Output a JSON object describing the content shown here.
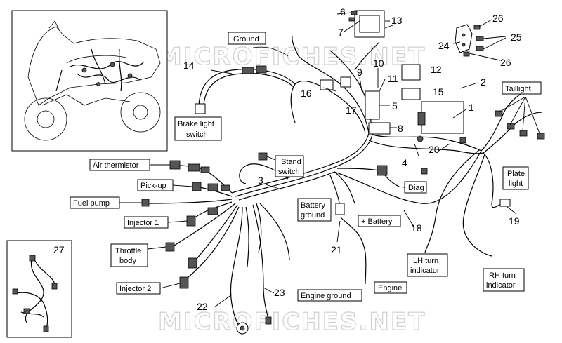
{
  "watermark": "MICROFICHES.NET",
  "callouts": [
    "1",
    "2",
    "3",
    "4",
    "5",
    "6",
    "7",
    "8",
    "9",
    "10",
    "11",
    "12",
    "13",
    "14",
    "15",
    "16",
    "17",
    "18",
    "19",
    "20",
    "21",
    "22",
    "23",
    "24",
    "25",
    "26",
    "26",
    "27"
  ],
  "labels": {
    "ground": "Ground",
    "brake_light_switch_1": "Brake light",
    "brake_light_switch_2": "switch",
    "taillight": "Taillight",
    "air_thermistor": "Air thermistor",
    "stand_switch_1": "Stand",
    "stand_switch_2": "switch",
    "pick_up": "Pick-up",
    "fuel_pump": "Fuel pump",
    "diag": "Diag",
    "plate_light_1": "Plate",
    "plate_light_2": "light",
    "battery_ground_1": "Battery",
    "battery_ground_2": "ground",
    "battery_plus": "+ Battery",
    "injector_1": "Injector 1",
    "throttle_body_1": "Throttle",
    "throttle_body_2": "body",
    "lh_turn_1": "LH turn",
    "lh_turn_2": "indicator",
    "rh_turn_1": "RH turn",
    "rh_turn_2": "indicator",
    "injector_2": "Injector 2",
    "engine": "Engine",
    "engine_ground": "Engine ground"
  }
}
